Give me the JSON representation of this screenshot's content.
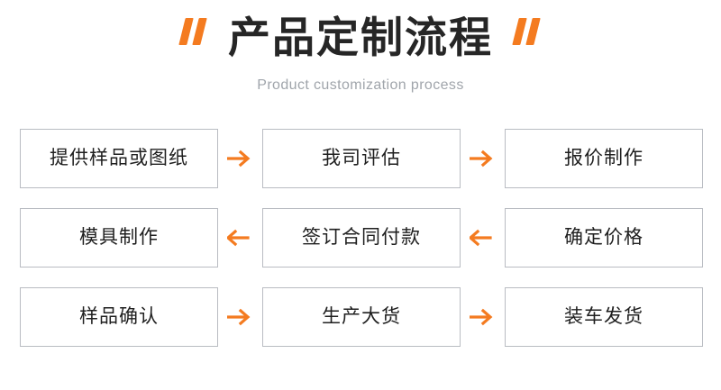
{
  "header": {
    "title": "产品定制流程",
    "subtitle": "Product customization process",
    "quote_left_icon": "quote-mark-icon",
    "quote_right_icon": "quote-mark-icon"
  },
  "colors": {
    "accent_orange": "#F47B20",
    "title_dark": "#262626",
    "subtitle_gray": "#a0a5ab",
    "box_border": "#b9bcc2",
    "background": "#ffffff"
  },
  "flow": {
    "rows": [
      {
        "direction": "right",
        "arrow_icon": "arrow-right-icon",
        "steps": [
          {
            "label": "提供样品或图纸"
          },
          {
            "label": "我司评估"
          },
          {
            "label": "报价制作"
          }
        ]
      },
      {
        "direction": "left",
        "arrow_icon": "arrow-left-icon",
        "steps": [
          {
            "label": "模具制作"
          },
          {
            "label": "签订合同付款"
          },
          {
            "label": "确定价格"
          }
        ]
      },
      {
        "direction": "right",
        "arrow_icon": "arrow-right-icon",
        "steps": [
          {
            "label": "样品确认"
          },
          {
            "label": "生产大货"
          },
          {
            "label": "装车发货"
          }
        ]
      }
    ]
  }
}
